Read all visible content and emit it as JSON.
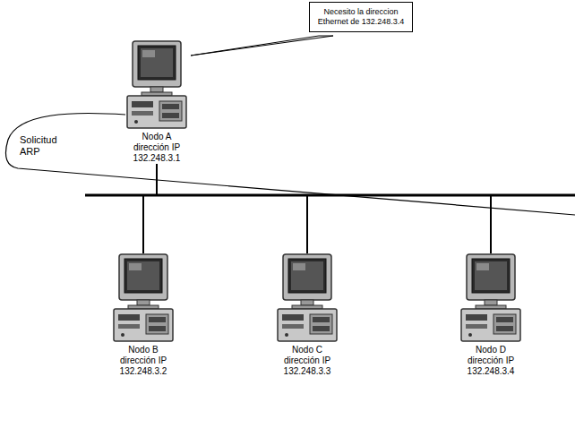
{
  "diagram": {
    "nodes": [
      {
        "text": [
          "Necesito la direccion Ethernet de 132.248.3.4"
        ]
      },
      {
        "text": [
          "Nodo A dirección IP 132.248.3.1"
        ]
      },
      {
        "text": [
          "Nodo B dirección IP 132.248.3.2"
        ]
      },
      {
        "text": [
          "Nodo C dirección IP 132.248.3.3"
        ]
      },
      {
        "text": [
          "Nodo D dirección IP 132.248.3.4"
        ]
      }
    ],
    "edges": [
      {
        "from": 1,
        "to": 2,
        "arrow": "none"
      },
      {
        "from": 1,
        "to": 3,
        "arrow": "none"
      },
      {
        "from": 1,
        "to": 4,
        "arrow": "none"
      }
    ],
    "labels": [
      "Solicitud ARP"
    ]
  }
}
